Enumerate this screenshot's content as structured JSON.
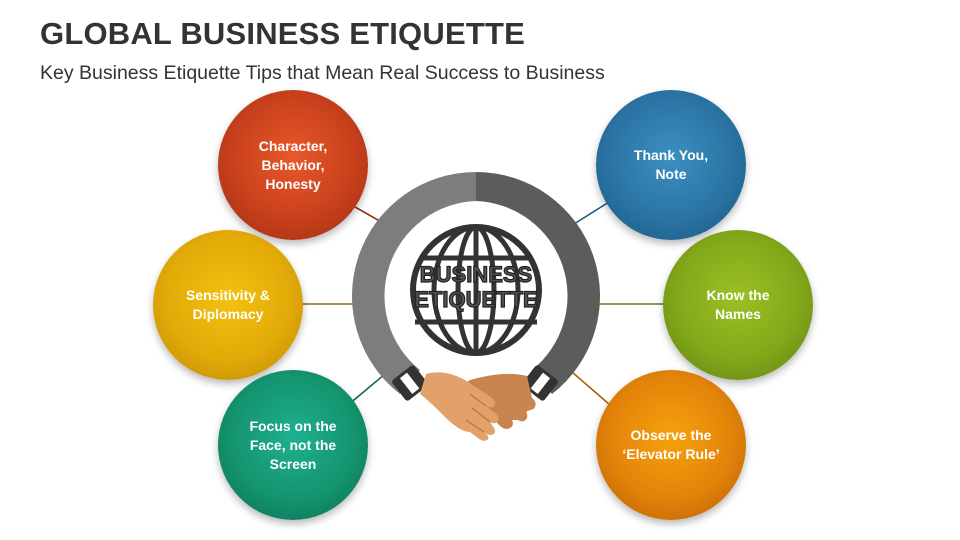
{
  "title": "GLOBAL BUSINESS ETIQUETTE",
  "subtitle": "Key Business Etiquette Tips that Mean Real Success to Business",
  "center": {
    "line1": "BUSINESS",
    "line2": "ETIQUETTE",
    "icon": "globe-icon",
    "bottom_icon": "handshake-icon"
  },
  "tips": [
    {
      "text": "Character,\nBehavior,\nHonesty",
      "color": "#c8401c"
    },
    {
      "text": "Sensitivity &\nDiplomacy",
      "color": "#e3aa08"
    },
    {
      "text": "Focus on the\nFace, not the\nScreen",
      "color": "#14946f"
    },
    {
      "text": "Thank You,\nNote",
      "color": "#2a74a4"
    },
    {
      "text": "Know the\nNames",
      "color": "#82a81a"
    },
    {
      "text": "Observe the\n‘Elevator Rule’",
      "color": "#e3830a"
    }
  ]
}
